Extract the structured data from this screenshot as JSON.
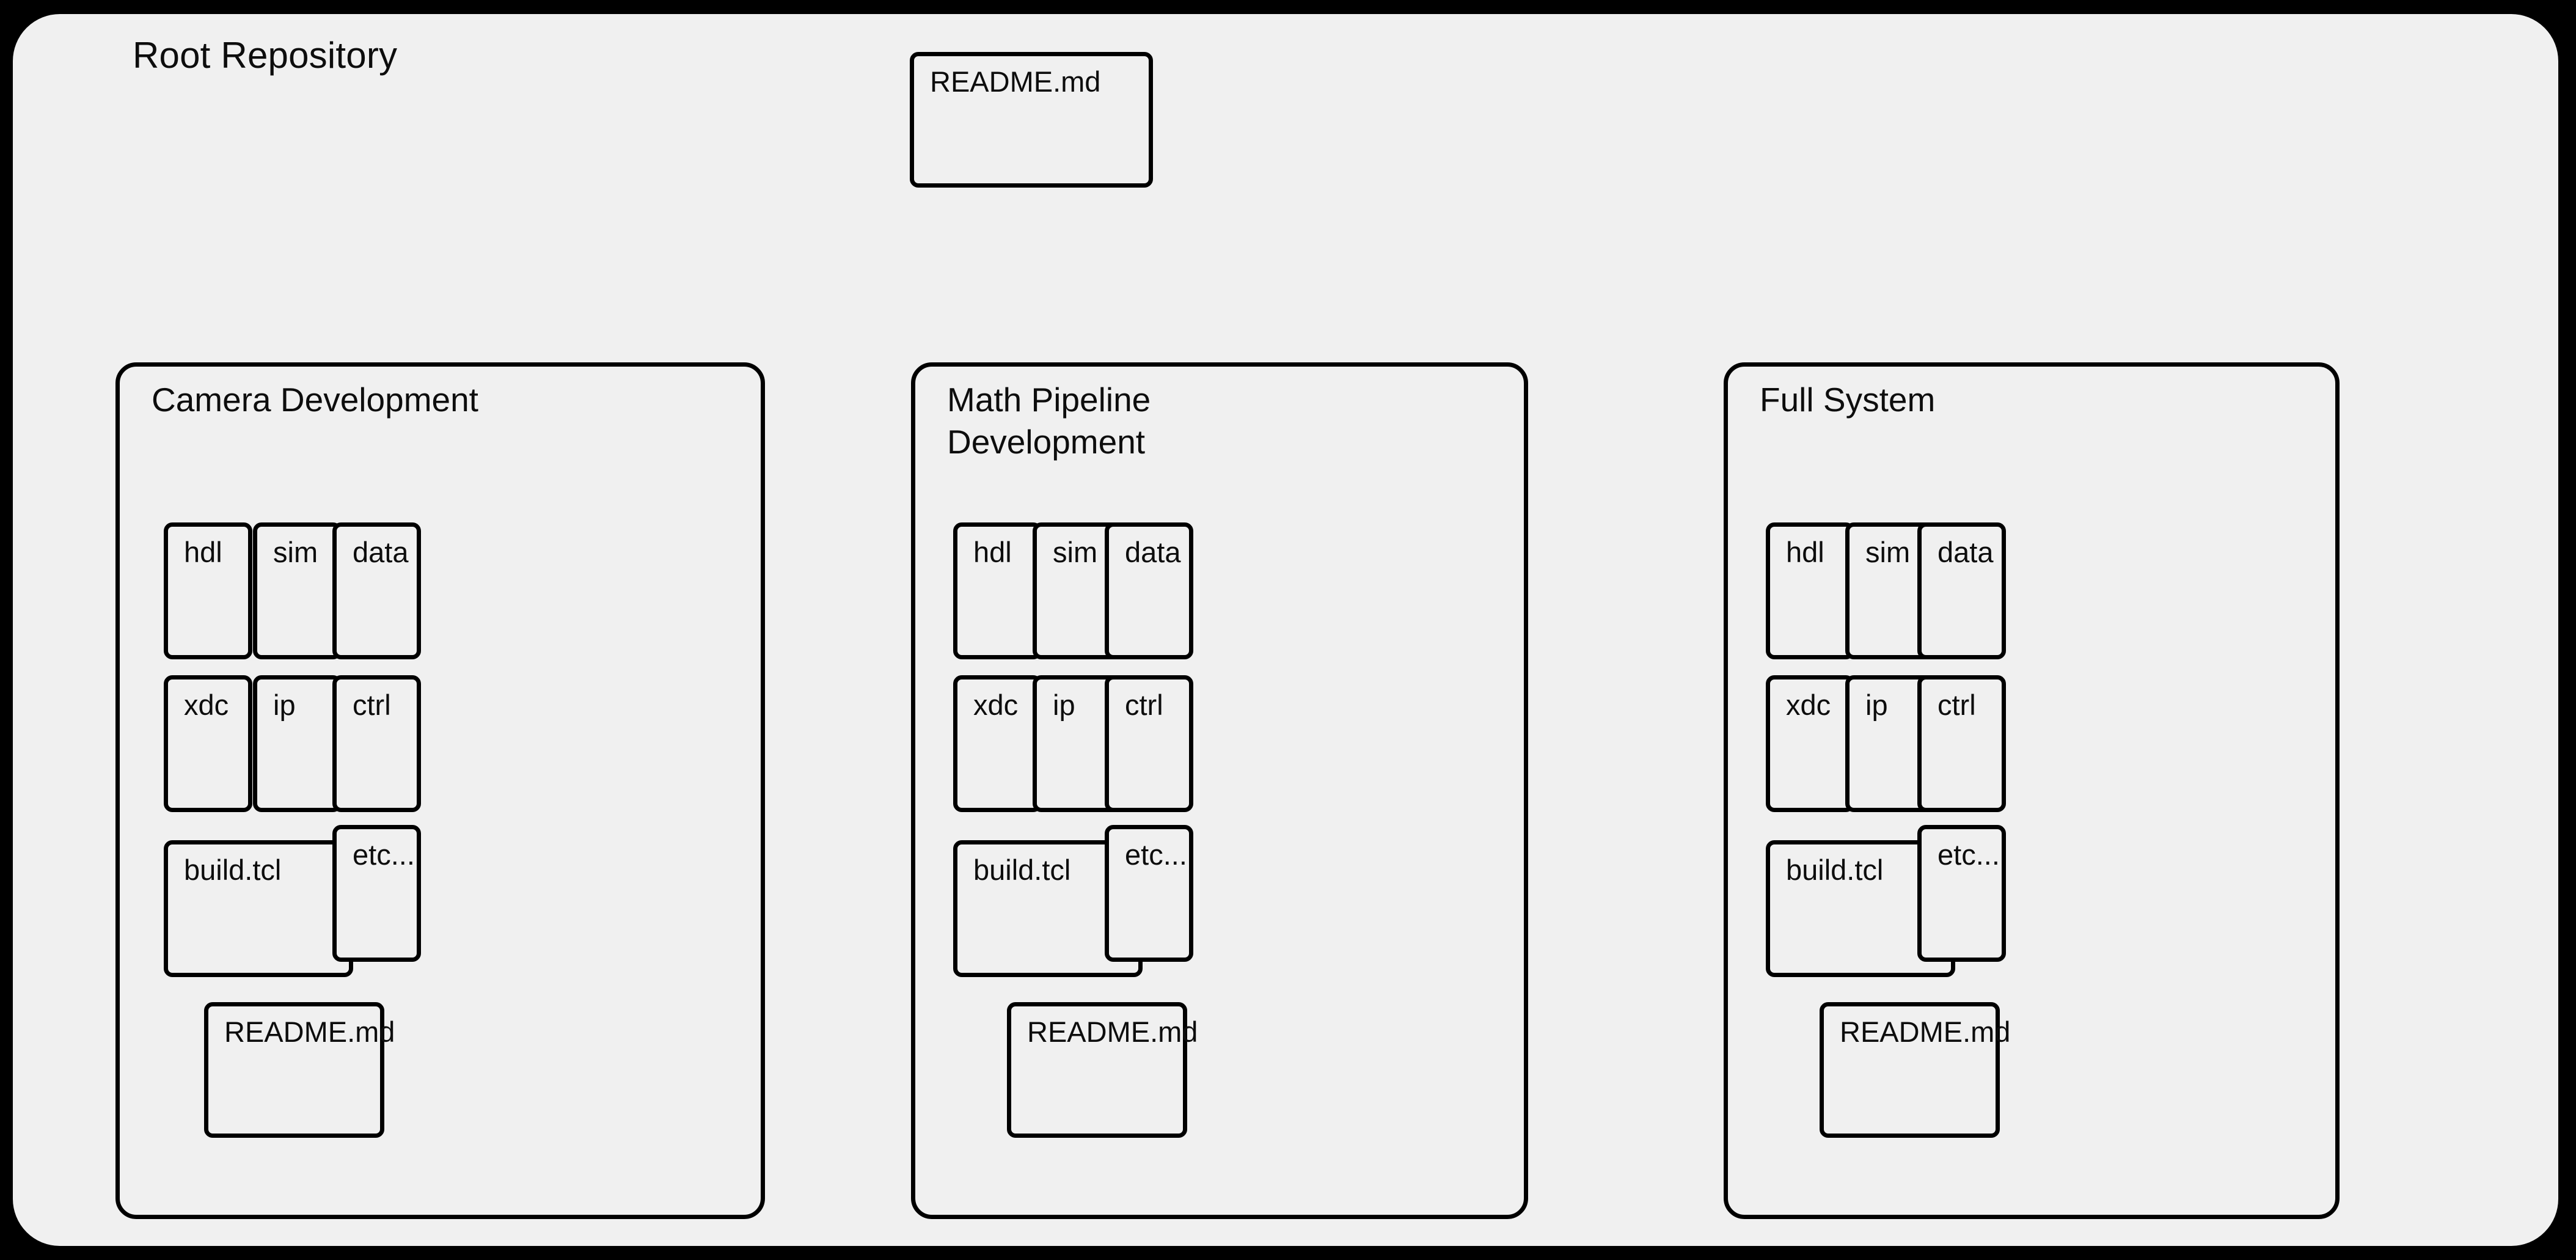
{
  "diagram": {
    "title": "Root Repository",
    "root_files": [
      {
        "label": "README.md",
        "kind": "file"
      }
    ],
    "groups": [
      {
        "id": "camera-development",
        "title": "Camera Development",
        "folders_row1": [
          {
            "label": "hdl"
          },
          {
            "label": "sim"
          },
          {
            "label": "data"
          }
        ],
        "folders_row2": [
          {
            "label": "xdc"
          },
          {
            "label": "ip"
          },
          {
            "label": "ctrl"
          }
        ],
        "folders_row3": [
          {
            "label": "build.tcl"
          },
          {
            "label": "etc..."
          }
        ],
        "readme": {
          "label": "README.md"
        }
      },
      {
        "id": "math-pipeline-development",
        "title": "Math Pipeline Development",
        "folders_row1": [
          {
            "label": "hdl"
          },
          {
            "label": "sim"
          },
          {
            "label": "data"
          }
        ],
        "folders_row2": [
          {
            "label": "xdc"
          },
          {
            "label": "ip"
          },
          {
            "label": "ctrl"
          }
        ],
        "folders_row3": [
          {
            "label": "build.tcl"
          },
          {
            "label": "etc..."
          }
        ],
        "readme": {
          "label": "README.md"
        }
      },
      {
        "id": "full-system",
        "title": "Full System",
        "folders_row1": [
          {
            "label": "hdl"
          },
          {
            "label": "sim"
          },
          {
            "label": "data"
          }
        ],
        "folders_row2": [
          {
            "label": "xdc"
          },
          {
            "label": "ip"
          },
          {
            "label": "ctrl"
          }
        ],
        "folders_row3": [
          {
            "label": "build.tcl"
          },
          {
            "label": "etc..."
          }
        ],
        "readme": {
          "label": "README.md"
        }
      }
    ],
    "colors": {
      "canvas": "#000000",
      "surface": "#f0f0f0",
      "stroke": "#000000",
      "text": "#0d0d0d"
    }
  }
}
